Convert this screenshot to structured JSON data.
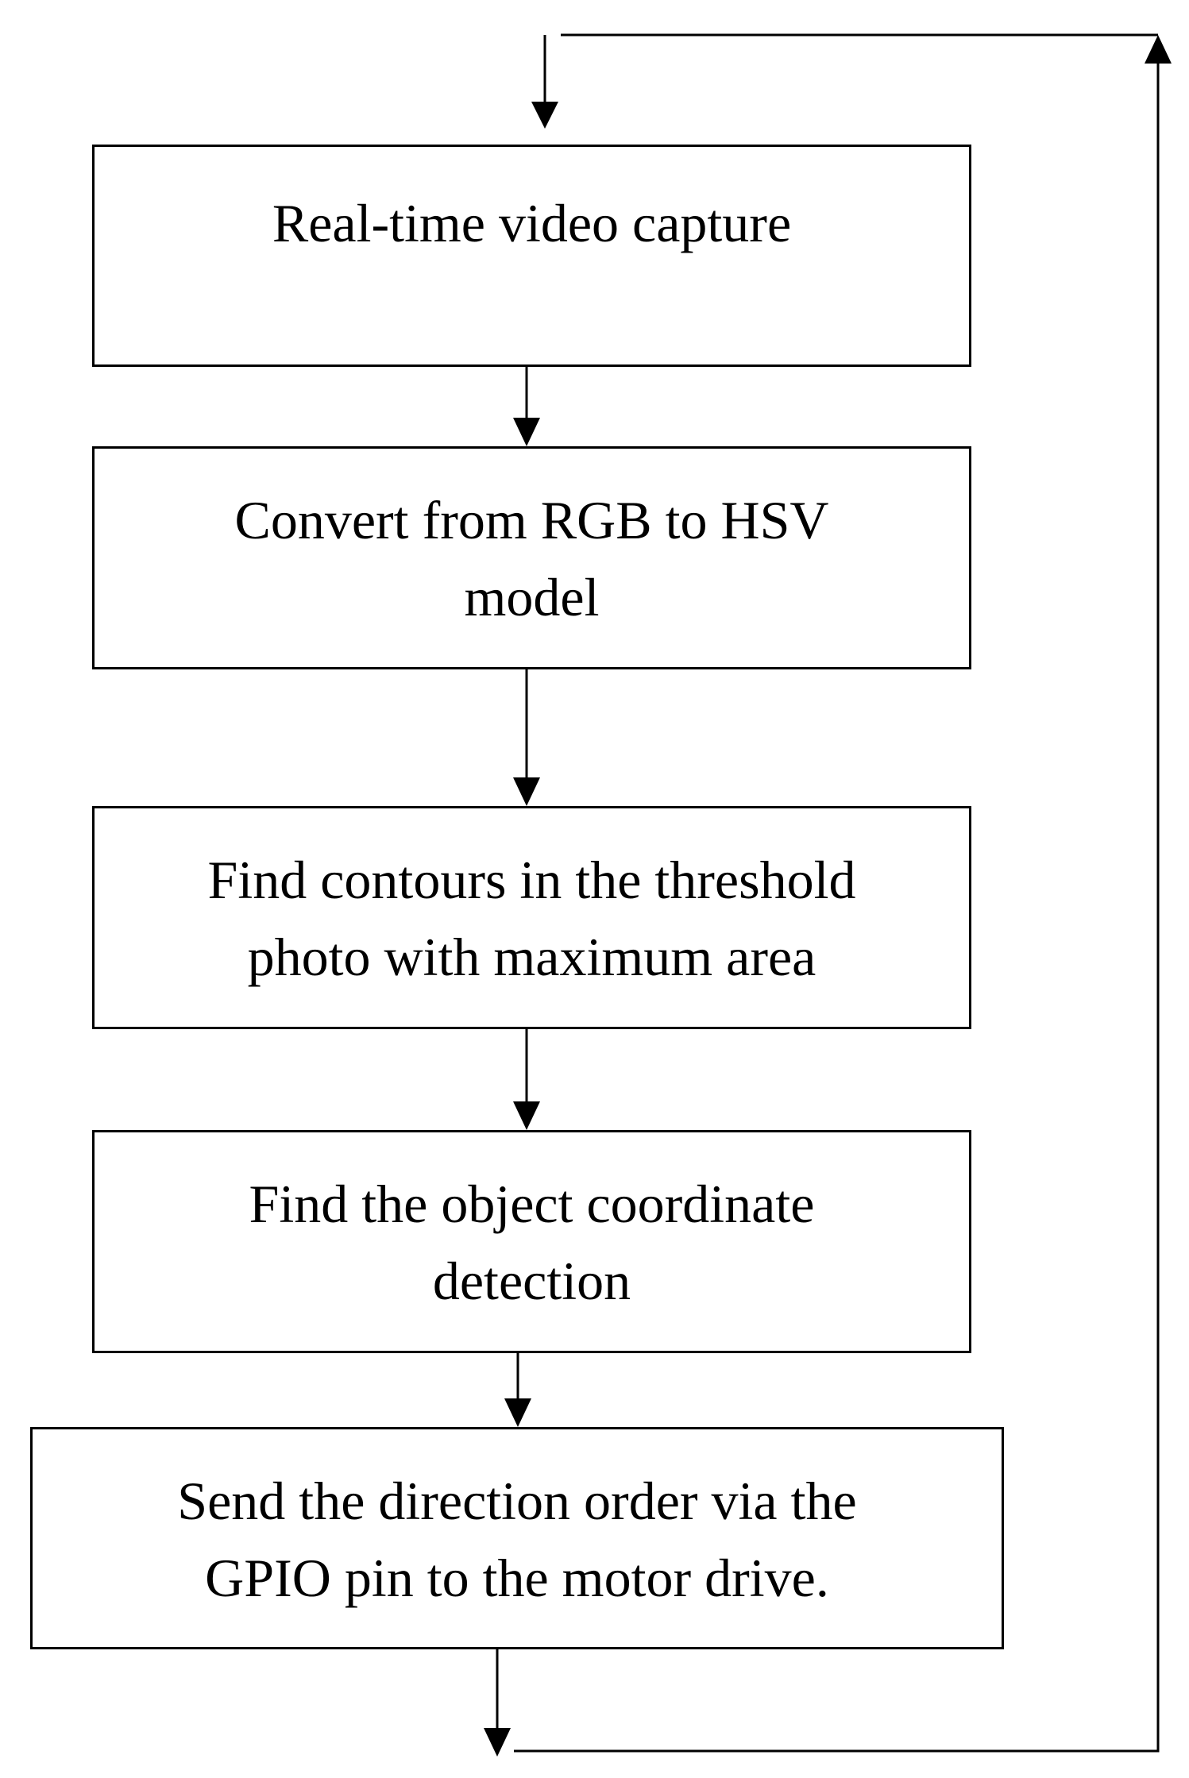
{
  "diagram": {
    "steps": [
      {
        "label": "Real-time video capture"
      },
      {
        "label": "Convert from RGB to HSV\nmodel"
      },
      {
        "label": "Find contours in the threshold\nphoto with maximum area"
      },
      {
        "label": "Find the object coordinate\ndetection"
      },
      {
        "label": "Send the direction order via the\nGPIO pin to the motor drive."
      }
    ],
    "colors": {
      "stroke": "#000000",
      "background": "#ffffff"
    }
  }
}
